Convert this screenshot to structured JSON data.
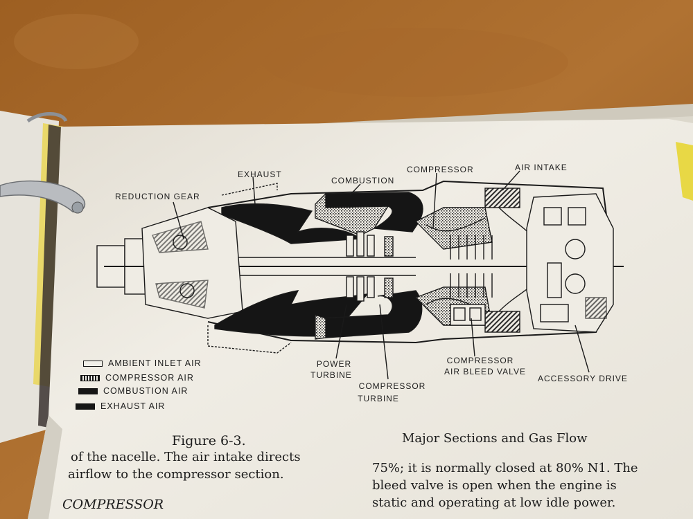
{
  "diagram": {
    "labels": {
      "exhaust": "EXHAUST",
      "combustion": "COMBUSTION",
      "compressor": "COMPRESSOR",
      "air_intake": "AIR INTAKE",
      "reduction_gear": "REDUCTION GEAR",
      "power_turbine_1": "POWER",
      "power_turbine_2": "TURBINE",
      "compressor_turbine_1": "COMPRESSOR",
      "compressor_turbine_2": "TURBINE",
      "bleed_valve_1": "COMPRESSOR",
      "bleed_valve_2": "AIR BLEED VALVE",
      "accessory_drive": "ACCESSORY DRIVE"
    },
    "legend": [
      {
        "label": "AMBIENT INLET AIR",
        "pattern": "outline"
      },
      {
        "label": "COMPRESSOR AIR",
        "pattern": "stipple"
      },
      {
        "label": "COMBUSTION AIR",
        "pattern": "solid"
      },
      {
        "label": "EXHAUST AIR",
        "pattern": "solid"
      }
    ]
  },
  "page_text": {
    "figure_caption": "Figure   6-3.",
    "section_heading": "Major  Sections  and  Gas  Flow",
    "left_line_1": "of the nacelle.  The air intake directs",
    "left_line_2": "airflow to the compressor section.",
    "left_heading": "COMPRESSOR",
    "right_line_1": "75%; it is normally closed at 80% N1.  The",
    "right_line_2": "bleed valve is open when the  engine is",
    "right_line_3": "static and operating at low idle power."
  },
  "colors": {
    "table": "#a8692c",
    "page": "#efece4",
    "ink": "#151515",
    "binder_ring": "#b9bcc0"
  }
}
